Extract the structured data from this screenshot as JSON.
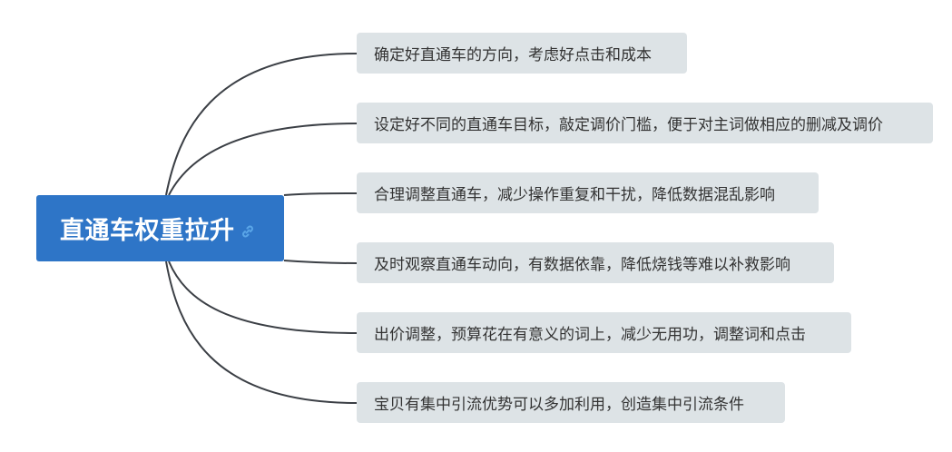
{
  "mindmap": {
    "root": {
      "title": "直通车权重拉升",
      "icon": "link-icon"
    },
    "branches": [
      {
        "label": "确定好直通车的方向，考虑好点击和成本"
      },
      {
        "label": "设定好不同的直通车目标，敲定调价门槛，便于对主词做相应的删减及调价"
      },
      {
        "label": "合理调整直通车，减少操作重复和干扰，降低数据混乱影响"
      },
      {
        "label": "及时观察直通车动向，有数据依靠，降低烧钱等难以补救影响"
      },
      {
        "label": "出价调整，预算花在有意义的词上，减少无用功，调整词和点击"
      },
      {
        "label": "宝贝有集中引流优势可以多加利用，创造集中引流条件"
      }
    ],
    "colors": {
      "root_fill": "#2e75c7",
      "branch_fill": "#dde3e6",
      "connector": "#3b3f45",
      "icon": "#5aa6e8"
    }
  }
}
